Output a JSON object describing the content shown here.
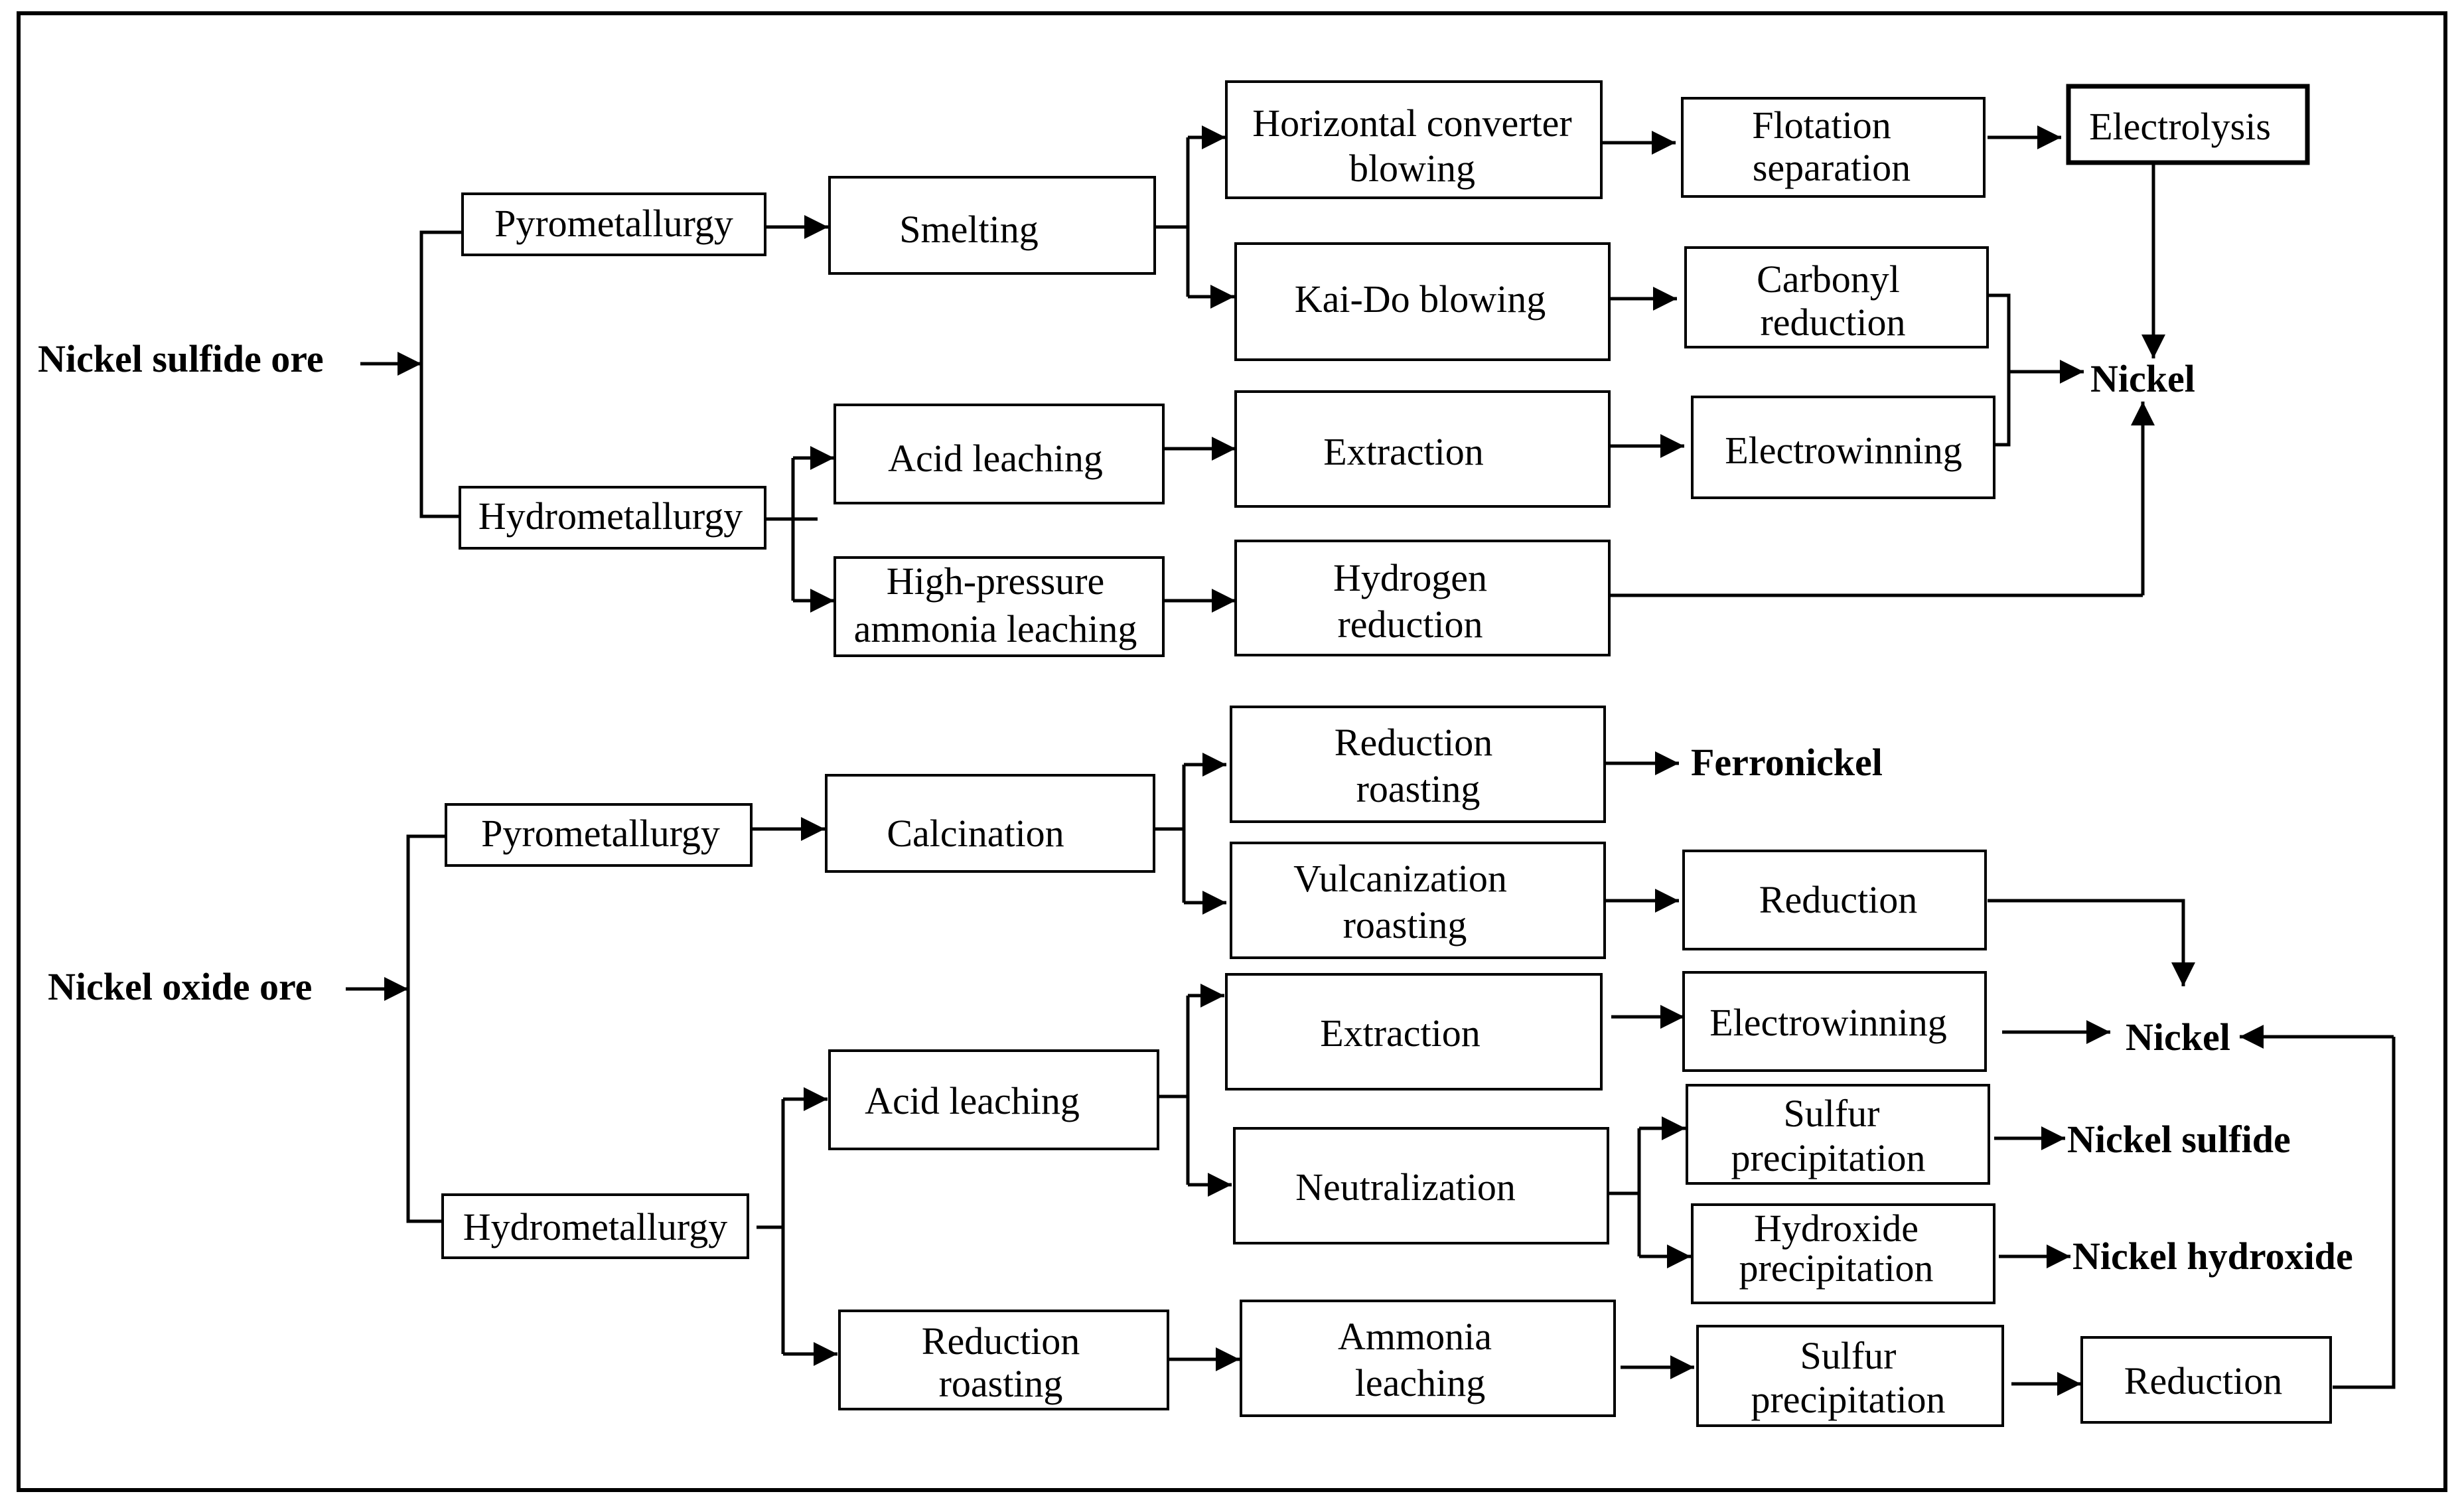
{
  "inputs": {
    "sulfide_ore": "Nickel sulfide ore",
    "oxide_ore": "Nickel oxide ore"
  },
  "sulfide": {
    "pyrometallurgy": "Pyrometallurgy",
    "smelting": "Smelting",
    "horizontal_converter_line1": "Horizontal converter",
    "horizontal_converter_line2": "blowing",
    "flotation_line1": "Flotation",
    "flotation_line2": "separation",
    "electrolysis": "Electrolysis",
    "kaido_blowing": "Kai-Do blowing",
    "carbonyl_line1": "Carbonyl",
    "carbonyl_line2": "reduction",
    "hydrometallurgy": "Hydrometallurgy",
    "acid_leaching": "Acid leaching",
    "extraction": "Extraction",
    "electrowinning": "Electrowinning",
    "hp_ammonia_line1": "High-pressure",
    "hp_ammonia_line2": "ammonia leaching",
    "hydrogen_line1": "Hydrogen",
    "hydrogen_line2": "reduction",
    "nickel": "Nickel"
  },
  "oxide": {
    "pyrometallurgy": "Pyrometallurgy",
    "calcination": "Calcination",
    "reduction_roasting_line1": "Reduction",
    "reduction_roasting_line2": "roasting",
    "ferronickel": "Ferronickel",
    "vulcanization_line1": "Vulcanization",
    "vulcanization_line2": "roasting",
    "reduction": "Reduction",
    "hydrometallurgy": "Hydrometallurgy",
    "acid_leaching": "Acid leaching",
    "extraction": "Extraction",
    "electrowinning": "Electrowinning",
    "nickel": "Nickel",
    "neutralization": "Neutralization",
    "sulfur_precip_line1": "Sulfur",
    "sulfur_precip_line2": "precipitation",
    "nickel_sulfide": "Nickel sulfide",
    "hydroxide_precip_line1": "Hydroxide",
    "hydroxide_precip_line2": "precipitation",
    "nickel_hydroxide": "Nickel hydroxide",
    "reduction_roasting2_line1": "Reduction",
    "reduction_roasting2_line2": "roasting",
    "ammonia_leaching_line1": "Ammonia",
    "ammonia_leaching_line2": "leaching",
    "sulfur_precip2_line1": "Sulfur",
    "sulfur_precip2_line2": "precipitation",
    "reduction_final": "Reduction"
  }
}
